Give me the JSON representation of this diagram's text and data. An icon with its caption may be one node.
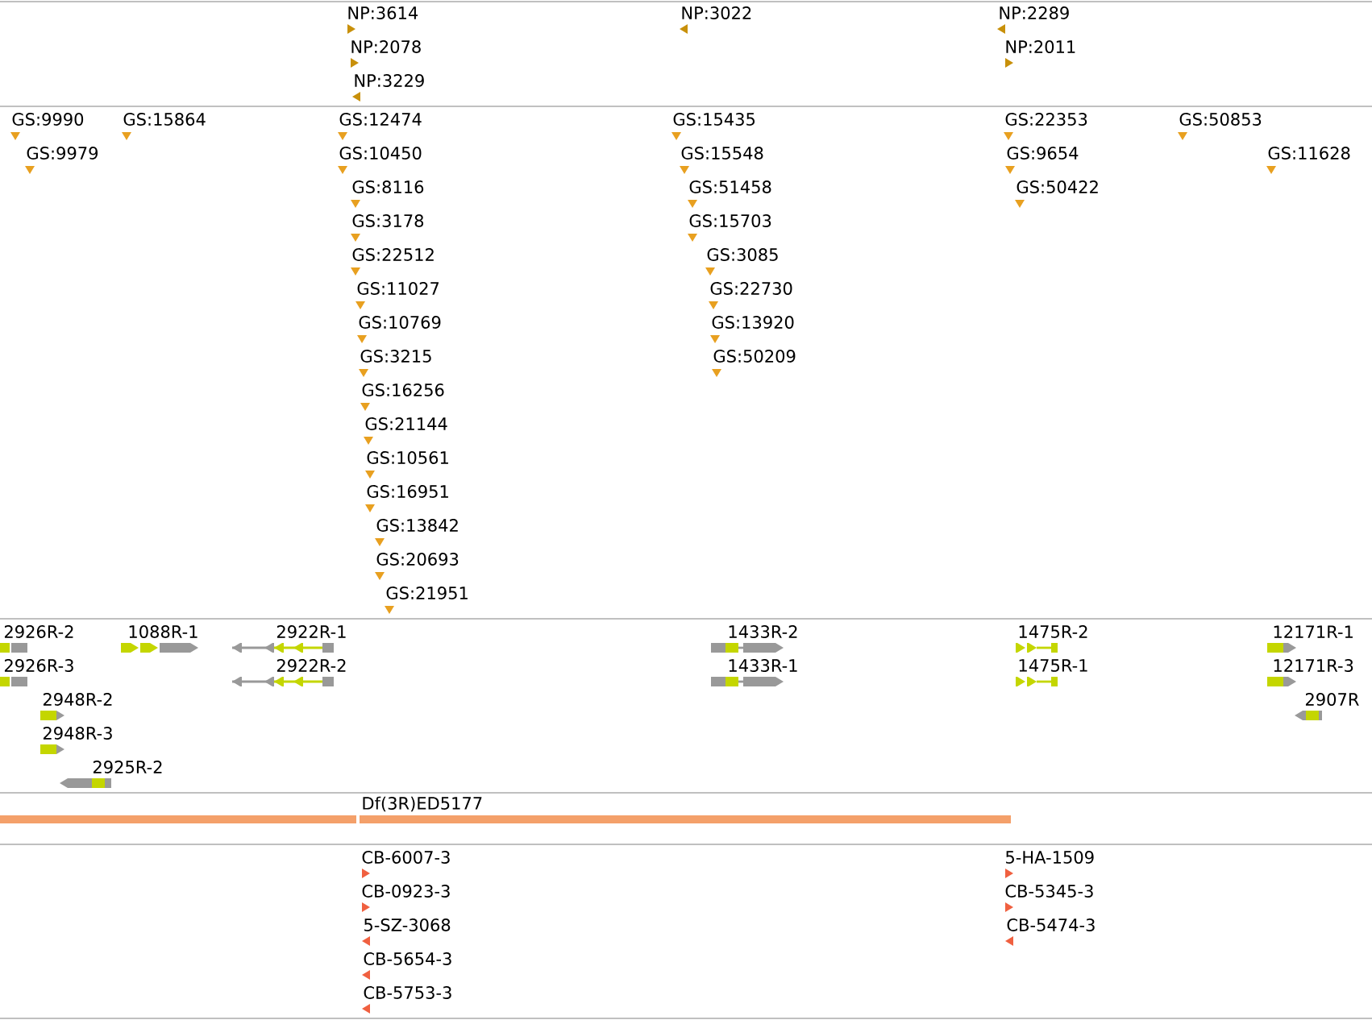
{
  "diagram": {
    "labels": [
      "NP:3614",
      "NP:3022",
      "NP:2289",
      "NP:2078",
      "NP:2011",
      "NP:3229",
      "GS:9990",
      "GS:15864",
      "GS:12474",
      "GS:15435",
      "GS:22353",
      "GS:50853",
      "GS:9979",
      "GS:10450",
      "GS:15548",
      "GS:9654",
      "GS:11628",
      "GS:8116",
      "GS:51458",
      "GS:50422",
      "GS:3178",
      "GS:15703",
      "GS:22512",
      "GS:3085",
      "GS:11027",
      "GS:22730",
      "GS:10769",
      "GS:13920",
      "GS:3215",
      "GS:50209",
      "GS:16256",
      "GS:21144",
      "GS:10561",
      "GS:16951",
      "GS:13842",
      "GS:20693",
      "GS:21951",
      "2926R-2",
      "1088R-1",
      "2922R-1",
      "1433R-2",
      "1475R-2",
      "12171R-1",
      "2926R-3",
      "2922R-2",
      "1433R-1",
      "1475R-1",
      "12171R-3",
      "2948R-2",
      "2907R",
      "2948R-3",
      "2925R-2",
      "Df(3R)ED5177",
      "CB-6007-3",
      "5-HA-1509",
      "CB-0923-3",
      "CB-5345-3",
      "5-SZ-3068",
      "CB-5474-3",
      "CB-5654-3",
      "CB-5753-3"
    ]
  }
}
